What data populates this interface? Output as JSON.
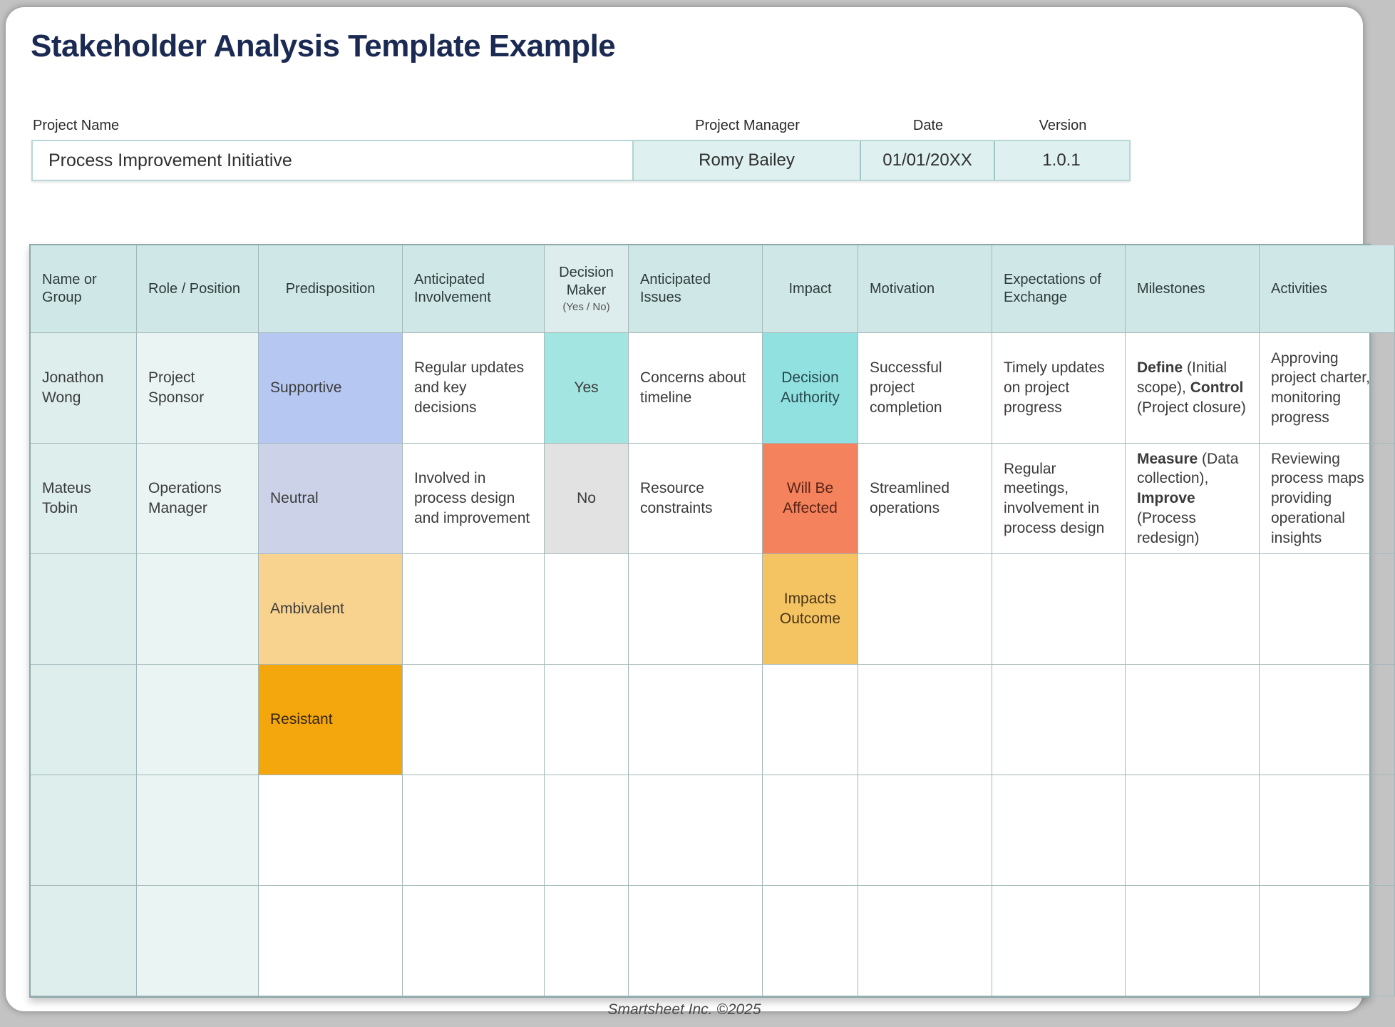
{
  "page": {
    "title": "Stakeholder Analysis Template Example",
    "footer": "Smartsheet Inc. ©2025"
  },
  "project_info": {
    "name_label": "Project Name",
    "name_value": "Process Improvement Initiative",
    "manager_label": "Project Manager",
    "manager_value": "Romy Bailey",
    "date_label": "Date",
    "date_value": "01/01/20XX",
    "version_label": "Version",
    "version_value": "1.0.1"
  },
  "table": {
    "columns": [
      {
        "label": "Name or Group"
      },
      {
        "label": "Role / Position"
      },
      {
        "label": "Predisposition",
        "center": true
      },
      {
        "label": "Anticipated Involvement"
      },
      {
        "label": "Decision Maker",
        "sub": "(Yes / No)",
        "center": true,
        "alt": true
      },
      {
        "label": "Anticipated Issues"
      },
      {
        "label": "Impact",
        "center": true
      },
      {
        "label": "Motivation"
      },
      {
        "label": "Expectations of Exchange"
      },
      {
        "label": "Milestones"
      },
      {
        "label": "Activities"
      }
    ],
    "rows": [
      [
        {
          "text": "Jonathon Wong",
          "fill": "col1"
        },
        {
          "text": "Project Sponsor",
          "fill": "col2"
        },
        {
          "text": "Supportive",
          "fill": "supportive"
        },
        {
          "text": "Regular updates and key decisions"
        },
        {
          "text": "Yes",
          "fill": "yes",
          "center": true
        },
        {
          "text": "Concerns about timeline"
        },
        {
          "text": "Decision Authority",
          "fill": "decision_authority",
          "center": true,
          "color": "#26494c"
        },
        {
          "text": "Successful project completion"
        },
        {
          "text": "Timely updates on project progress"
        },
        {
          "rich": [
            {
              "t": "Define",
              "b": 1
            },
            {
              "t": " (Initial scope), "
            },
            {
              "t": "Control",
              "b": 1
            },
            {
              "t": " (Project closure)"
            }
          ]
        },
        {
          "text": "Approving project charter, monitoring progress"
        }
      ],
      [
        {
          "text": "Mateus Tobin",
          "fill": "col1"
        },
        {
          "text": "Operations Manager",
          "fill": "col2"
        },
        {
          "text": "Neutral",
          "fill": "neutral"
        },
        {
          "text": "Involved in process design and improvement"
        },
        {
          "text": "No",
          "fill": "no",
          "center": true
        },
        {
          "text": "Resource constraints"
        },
        {
          "text": "Will Be Affected",
          "fill": "will_affected",
          "center": true,
          "color": "#5a2317"
        },
        {
          "text": "Streamlined operations"
        },
        {
          "text": "Regular meetings, involvement in process design"
        },
        {
          "rich": [
            {
              "t": "Measure",
              "b": 1
            },
            {
              "t": " (Data collection), "
            },
            {
              "t": "Improve",
              "b": 1
            },
            {
              "t": " (Process redesign)"
            }
          ]
        },
        {
          "text": "Reviewing process maps providing operational insights"
        }
      ],
      [
        {
          "text": "",
          "fill": "col1"
        },
        {
          "text": "",
          "fill": "col2"
        },
        {
          "text": "Ambivalent",
          "fill": "ambivalent"
        },
        {
          "text": ""
        },
        {
          "text": ""
        },
        {
          "text": ""
        },
        {
          "text": "Impacts Outcome",
          "fill": "impacts_outcome",
          "center": true,
          "color": "#4a3416"
        },
        {
          "text": ""
        },
        {
          "text": ""
        },
        {
          "text": ""
        },
        {
          "text": ""
        }
      ],
      [
        {
          "text": "",
          "fill": "col1"
        },
        {
          "text": "",
          "fill": "col2"
        },
        {
          "text": "Resistant",
          "fill": "resistant",
          "color": "#332414"
        },
        {
          "text": ""
        },
        {
          "text": ""
        },
        {
          "text": ""
        },
        {
          "text": ""
        },
        {
          "text": ""
        },
        {
          "text": ""
        },
        {
          "text": ""
        },
        {
          "text": ""
        }
      ],
      [
        {
          "text": "",
          "fill": "col1"
        },
        {
          "text": "",
          "fill": "col2"
        },
        {
          "text": ""
        },
        {
          "text": ""
        },
        {
          "text": ""
        },
        {
          "text": ""
        },
        {
          "text": ""
        },
        {
          "text": ""
        },
        {
          "text": ""
        },
        {
          "text": ""
        },
        {
          "text": ""
        }
      ],
      [
        {
          "text": "",
          "fill": "col1"
        },
        {
          "text": "",
          "fill": "col2"
        },
        {
          "text": ""
        },
        {
          "text": ""
        },
        {
          "text": ""
        },
        {
          "text": ""
        },
        {
          "text": ""
        },
        {
          "text": ""
        },
        {
          "text": ""
        },
        {
          "text": ""
        },
        {
          "text": ""
        }
      ]
    ]
  },
  "colors": {
    "title": "#1b2a52",
    "header_bg": "#cfe8e7",
    "header_alt_bg": "#ddecec",
    "col1": "#ddeeed",
    "col2": "#e9f4f3",
    "supportive": "#b6c8f1",
    "neutral": "#ccd3e9",
    "ambivalent": "#f8d38f",
    "resistant": "#f3a70c",
    "yes": "#a3e5e1",
    "no": "#e2e2e2",
    "decision_authority": "#92e1e1",
    "will_affected": "#f4825c",
    "impacts_outcome": "#f5c462"
  }
}
